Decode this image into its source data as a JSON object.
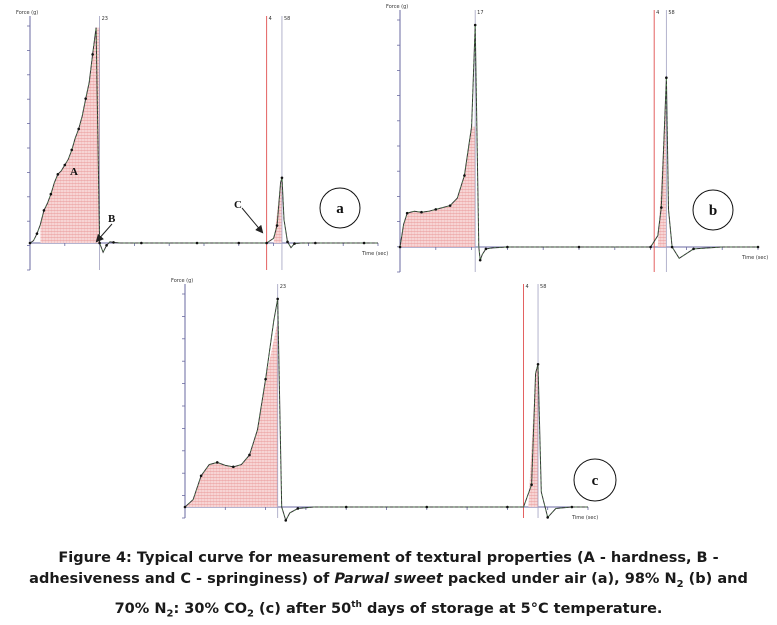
{
  "chart_data": [
    {
      "type": "line",
      "panel_label": "a",
      "ylabel": "Force (g)",
      "xlabel": "Time (sec)",
      "marker_labels": [
        "23",
        "4",
        "58"
      ],
      "annotations": [
        "A",
        "B",
        "C"
      ],
      "x": [
        0,
        0.05,
        0.1,
        0.15,
        0.2,
        0.25,
        0.3,
        0.35,
        0.4,
        0.45,
        0.5,
        0.55,
        0.6,
        0.65,
        0.7,
        0.75,
        0.8,
        0.85,
        0.9,
        0.95,
        1.0,
        1.05,
        1.1,
        1.15,
        1.2,
        1.3,
        1.6,
        2.0,
        2.4,
        2.8,
        3.0,
        3.2,
        3.4,
        3.5,
        3.55,
        3.6,
        3.62,
        3.65,
        3.7,
        3.75,
        3.8,
        3.9,
        4.1,
        4.4,
        4.8,
        5.0
      ],
      "values": [
        0,
        20,
        80,
        160,
        280,
        340,
        420,
        520,
        590,
        620,
        670,
        720,
        800,
        900,
        980,
        1090,
        1240,
        1380,
        1620,
        1850,
        0,
        -80,
        -20,
        10,
        5,
        0,
        0,
        0,
        0,
        0,
        0,
        0,
        0,
        40,
        150,
        520,
        560,
        200,
        10,
        -40,
        -5,
        0,
        0,
        0,
        0,
        0
      ]
    },
    {
      "type": "line",
      "panel_label": "b",
      "ylabel": "Force (g)",
      "xlabel": "Time (sec)",
      "marker_labels": [
        "17",
        "4",
        "58"
      ],
      "x": [
        0,
        0.05,
        0.1,
        0.2,
        0.3,
        0.4,
        0.5,
        0.6,
        0.7,
        0.8,
        0.9,
        1.0,
        1.05,
        1.1,
        1.12,
        1.15,
        1.2,
        1.3,
        1.5,
        2.0,
        2.5,
        3.0,
        3.5,
        3.6,
        3.65,
        3.7,
        3.72,
        3.75,
        3.8,
        3.9,
        4.1,
        4.5,
        5.0
      ],
      "values": [
        0,
        120,
        180,
        190,
        185,
        190,
        200,
        210,
        220,
        260,
        380,
        640,
        1180,
        0,
        -70,
        -40,
        -10,
        -5,
        0,
        0,
        0,
        0,
        0,
        60,
        210,
        700,
        900,
        200,
        0,
        -60,
        -10,
        0,
        0
      ]
    },
    {
      "type": "line",
      "panel_label": "c",
      "ylabel": "Force (g)",
      "xlabel": "Time (sec)",
      "marker_labels": [
        "23",
        "4",
        "58"
      ],
      "x": [
        0,
        0.1,
        0.2,
        0.3,
        0.4,
        0.5,
        0.6,
        0.7,
        0.8,
        0.9,
        1.0,
        1.1,
        1.15,
        1.2,
        1.25,
        1.3,
        1.4,
        1.6,
        2.0,
        2.5,
        3.0,
        3.5,
        4.0,
        4.2,
        4.3,
        4.35,
        4.38,
        4.42,
        4.5,
        4.6,
        4.8,
        5.0
      ],
      "values": [
        0,
        50,
        210,
        285,
        300,
        280,
        270,
        285,
        350,
        520,
        860,
        1250,
        1400,
        0,
        -90,
        -40,
        -10,
        0,
        0,
        0,
        0,
        0,
        0,
        0,
        150,
        900,
        960,
        100,
        -70,
        -10,
        0,
        0
      ]
    }
  ],
  "caption": {
    "prefix": "Figure 4: Typical curve for measurement of textural properties (A - hardness, B - adhesiveness and C - springiness) of ",
    "italic": "Parwal sweet",
    "mid1": " packed under air (a), 98% N",
    "sub1": "2",
    "mid2": " (b) and 70% N",
    "sub2": "2",
    "mid3": ": 30% CO",
    "sub3": "2",
    "mid4": " (c) after 50",
    "sup1": "th",
    "suffix": " days of storage at 5°C temperature."
  }
}
